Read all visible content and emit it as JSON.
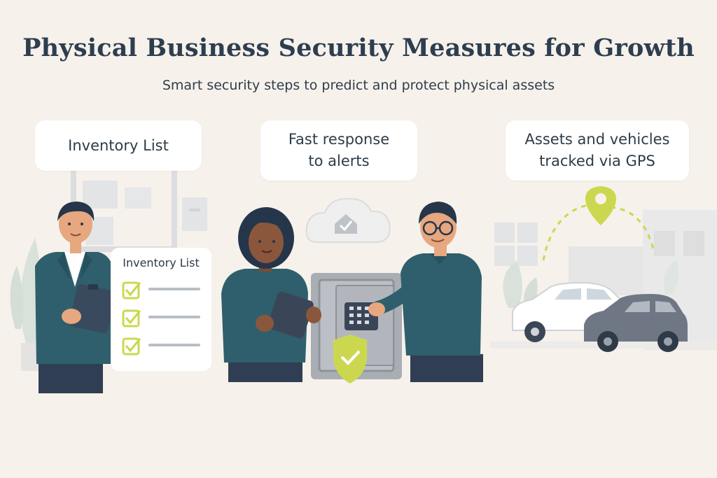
{
  "title": "Physical Business Security Measures for Growth",
  "subtitle": "Smart security steps to predict and protect physical assets",
  "cards": {
    "inventory": {
      "line1": "Inventory List"
    },
    "response": {
      "line1": "Fast response",
      "line2": "to alerts"
    },
    "gps": {
      "line1": "Assets and vehicles",
      "line2": "tracked via GPS"
    }
  },
  "clipboard": {
    "title": "Inventory List",
    "checked_items": 3
  },
  "colors": {
    "background": "#f6f1eb",
    "heading": "#2d3e4f",
    "jacket_teal": "#2f5f6c",
    "accent_lime": "#cbd84f",
    "safe_gray": "#a9adb4"
  },
  "icons": [
    "checkbox-icon",
    "shield-check-icon",
    "cloud-home-icon",
    "map-pin-icon",
    "keypad-icon"
  ]
}
